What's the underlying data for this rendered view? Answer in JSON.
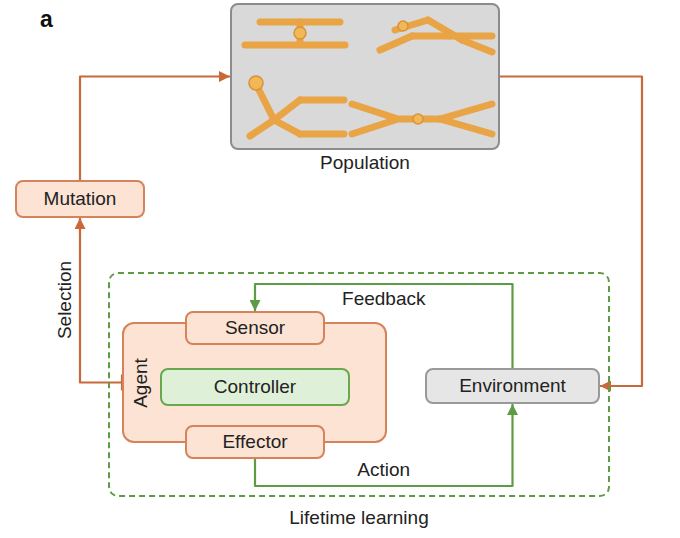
{
  "diagram": {
    "nodes": [
      {
        "text": [
          "Population"
        ]
      },
      {
        "text": [
          "Mutation"
        ]
      },
      {
        "text": [
          "Lifetime learning"
        ]
      },
      {
        "text": [
          "Agent"
        ],
        "in": 2
      },
      {
        "text": [
          "Sensor"
        ],
        "in": 3
      },
      {
        "text": [
          "Controller"
        ],
        "in": 3
      },
      {
        "text": [
          "Effector"
        ],
        "in": 3
      },
      {
        "text": [
          "Environment"
        ],
        "in": 2
      }
    ],
    "edges": [
      {
        "from": 1,
        "to": 0,
        "arrow": "to"
      },
      {
        "from": 0,
        "to": 7,
        "arrow": "to"
      },
      {
        "from": 3,
        "to": 1,
        "label": "Selection",
        "arrow": "to"
      },
      {
        "from": 7,
        "to": 4,
        "label": "Feedback",
        "arrow": "to"
      },
      {
        "from": 6,
        "to": 7,
        "label": "Action",
        "arrow": "to"
      }
    ],
    "labels": [
      "a"
    ]
  }
}
